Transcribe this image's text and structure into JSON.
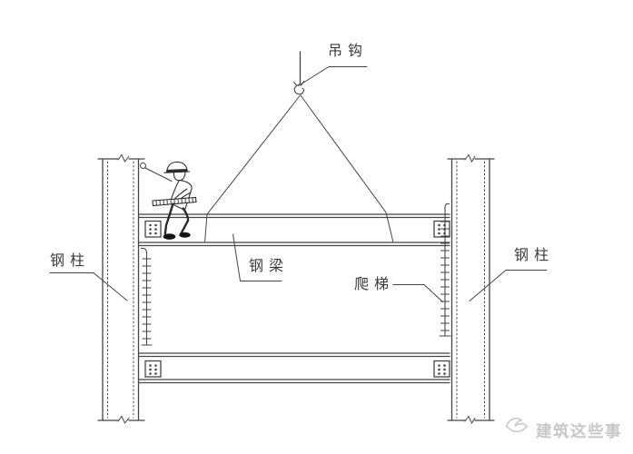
{
  "diagram": {
    "title_hint": "steel-beam-hoisting-diagram",
    "labels": {
      "hook": "吊钩",
      "left_column": "钢柱",
      "right_column": "钢柱",
      "beam": "钢梁",
      "ladder": "爬梯"
    },
    "colors": {
      "line": "#454545",
      "text": "#3a3a3a",
      "watermark": "#c8c8c8",
      "background": "#ffffff"
    },
    "icons": {
      "crane_hook": "crane-hook-icon",
      "watermark_logo": "bird-logo-icon"
    }
  },
  "watermark": {
    "text": "建筑这些事"
  }
}
